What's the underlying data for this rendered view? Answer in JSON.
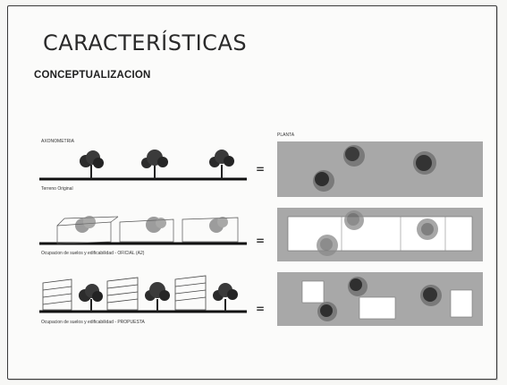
{
  "slide": {
    "title": "CARACTERÍSTICAS",
    "subtitle": "CONCEPTUALIZACION"
  },
  "left_column": {
    "header": "AXONOMETRIA"
  },
  "right_column": {
    "header": "PLANTA"
  },
  "rows": [
    {
      "caption": "Terreno Original",
      "equals": "="
    },
    {
      "caption": "Ocupacion de suelos y edificabilidad - OFICIAL (A2)",
      "equals": "="
    },
    {
      "caption": "Ocupacion de suelos y edificabilidad - PROPUESTA",
      "equals": "="
    }
  ]
}
